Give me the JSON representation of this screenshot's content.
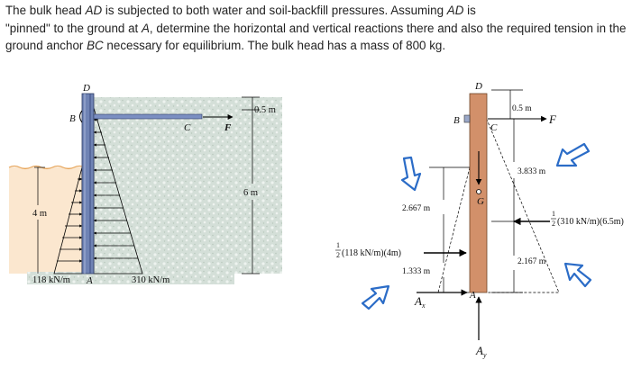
{
  "problem": {
    "sentence1_pre": "The bulk head ",
    "var_ad_1": "AD",
    "sentence1_post": " is subjected to both water and soil-backfill pressures. Assuming ",
    "var_ad_2": "AD",
    "sentence1_end": " is",
    "sentence2_pre": "\"pinned\" to the ground at ",
    "var_a": "A",
    "sentence2_mid": ", determine the horizontal and vertical reactions there and also the required tension in the ground anchor ",
    "var_bc": "BC",
    "sentence2_end": " necessary for equilibrium. The bulk head has a mass of 800 kg."
  },
  "figure_left": {
    "label_d": "D",
    "label_b": "B",
    "label_c": "C",
    "label_f": "F",
    "label_a": "A",
    "dim_top": "0.5 m",
    "dim_mid": "6 m",
    "dim_water": "4 m",
    "load_water": "118 kN/m",
    "load_soil": "310 kN/m"
  },
  "figure_right": {
    "label_d": "D",
    "label_b": "B",
    "label_c": "C",
    "label_f": "F",
    "label_g": "G",
    "label_a": "A",
    "label_ax": "A",
    "label_ax_sub": "x",
    "label_ay": "A",
    "label_ay_sub": "y",
    "dim_top": "0.5 m",
    "dim_3833": "3.833 m",
    "dim_2667": "2.667 m",
    "dim_1333": "1.333 m",
    "dim_2167": "2.167 m",
    "force_soil_text": "(310 kN/m)(6.5m)",
    "force_water_text": "(118 kN/m)(4m)",
    "frac_num": "1",
    "frac_den": "2"
  },
  "colors": {
    "text": "#222222",
    "water_fill": "#fbe7cf",
    "soil_fill": "#d4dfd8",
    "bulkhead_fill": "#6f83b4",
    "beam_fill": "#d2906a",
    "pointer_outline": "#2b6cc7"
  }
}
